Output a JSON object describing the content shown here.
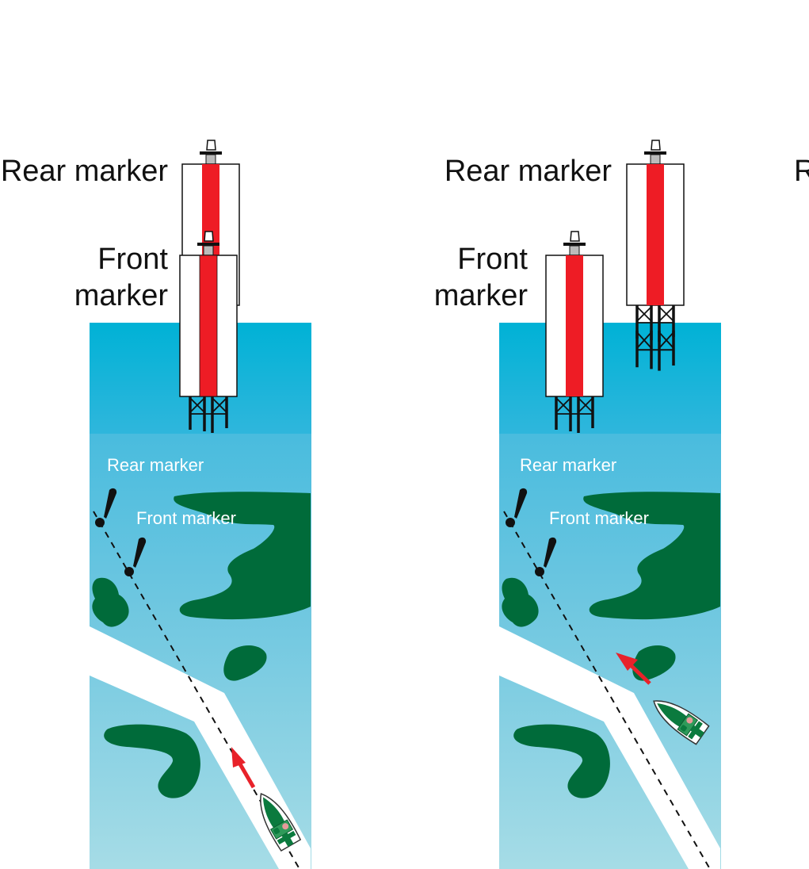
{
  "panels": [
    {
      "id": "aligned",
      "rear_label": "Rear marker",
      "front_label_line1": "Front",
      "front_label_line2": "marker",
      "map_rear_label": "Rear marker",
      "map_front_label": "Front marker",
      "state": "markers aligned, boat on course"
    },
    {
      "id": "misaligned",
      "rear_label": "Rear marker",
      "front_label_line1": "Front",
      "front_label_line2": "marker",
      "map_rear_label": "Rear marker",
      "map_front_label": "Front marker",
      "state": "markers offset, boat off course"
    },
    {
      "id": "partial",
      "rear_label_fragment": "R"
    }
  ],
  "colors": {
    "water_top": "#00b2d6",
    "water_mid": "#35b6dd",
    "water_bottom": "#a4dbe6",
    "land": "#006b3a",
    "channel": "#ffffff",
    "marker_stripe": "#ee1c25",
    "arrow": "#e8222a",
    "boat_green": "#0b7a3e"
  }
}
